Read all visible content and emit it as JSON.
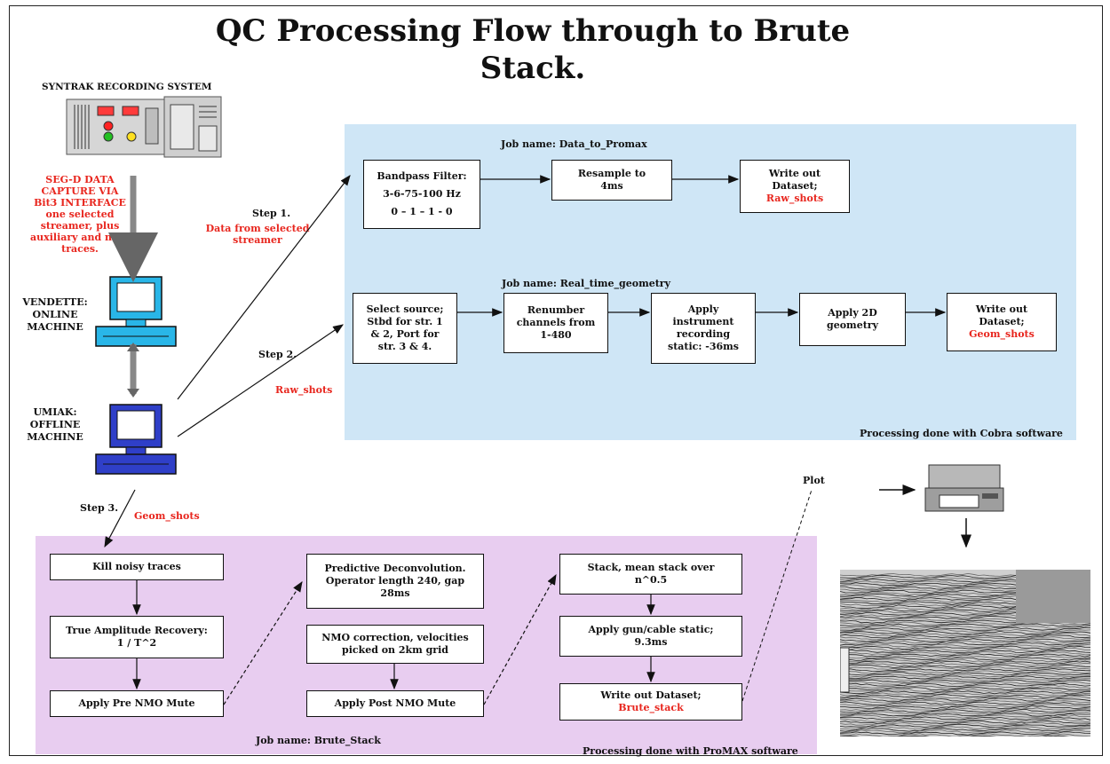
{
  "title": {
    "line1": "QC Processing Flow through to Brute",
    "line2": "Stack."
  },
  "recording_system": {
    "label": "SYNTRAK RECORDING SYSTEM"
  },
  "capture_text": {
    "line1": "SEG-D DATA",
    "line2": "CAPTURE VIA",
    "line3": "Bit3 INTERFACE",
    "line4": "one selected",
    "line5": "streamer, plus",
    "line6": "auxiliary and near",
    "line7": "traces."
  },
  "vendette": {
    "line1": "VENDETTE:",
    "line2": "ONLINE",
    "line3": "MACHINE"
  },
  "umiak": {
    "line1": "UMIAK:",
    "line2": "OFFLINE",
    "line3": "MACHINE"
  },
  "steps": {
    "step1": "Step 1.",
    "step1_note_line1": "Data from selected",
    "step1_note_line2": "streamer",
    "step2": "Step 2.",
    "step2_note": "Raw_shots",
    "step3": "Step 3.",
    "step3_note": "Geom_shots"
  },
  "job1": {
    "name": "Job name: Data_to_Promax",
    "box1": {
      "line1": "Bandpass Filter:",
      "line2": "3-6-75-100 Hz",
      "line3": "0 – 1 – 1 - 0"
    },
    "box2": {
      "line1": "Resample to",
      "line2": "4ms"
    },
    "box3": {
      "line1": "Write out",
      "line2": "Dataset;",
      "line3": "Raw_shots"
    }
  },
  "job2": {
    "name": "Job name: Real_time_geometry",
    "box1": {
      "line1": "Select source;",
      "line2": "Stbd for str. 1",
      "line3": "& 2, Port for",
      "line4": "str. 3 & 4."
    },
    "box2": {
      "line1": "Renumber",
      "line2": "channels from",
      "line3": "1-480"
    },
    "box3": {
      "line1": "Apply",
      "line2": "instrument",
      "line3": "recording",
      "line4": "static: -36ms"
    },
    "box4": {
      "line1": "Apply 2D",
      "line2": "geometry"
    },
    "box5": {
      "line1": "Write out",
      "line2": "Dataset;",
      "line3": "Geom_shots"
    }
  },
  "cobra_note": "Processing done with Cobra software",
  "job3": {
    "name": "Job name: Brute_Stack",
    "kill": "Kill noisy traces",
    "tar": {
      "line1": "True Amplitude Recovery:",
      "line2": "1 / T^2"
    },
    "pre_mute": "Apply Pre NMO Mute",
    "decon": {
      "line1": "Predictive Deconvolution.",
      "line2": "Operator length 240, gap",
      "line3": "28ms"
    },
    "nmo": {
      "line1": "NMO correction, velocities",
      "line2": "picked on 2km grid"
    },
    "post_mute": "Apply Post NMO Mute",
    "stack": {
      "line1": "Stack, mean stack over",
      "line2": "n^0.5"
    },
    "gun_static": {
      "line1": "Apply gun/cable static;",
      "line2": "9.3ms"
    },
    "write": {
      "line1": "Write out Dataset;",
      "line2": "Brute_stack"
    }
  },
  "promax_note": "Processing done with ProMAX software",
  "plot_label": "Plot",
  "colors": {
    "red_text": "#e8261e",
    "blue_panel": "#cfe6f6",
    "purple_panel": "#e8cdf0",
    "computer_cyan": "#29b6e8",
    "computer_blue": "#2f3fc8"
  }
}
